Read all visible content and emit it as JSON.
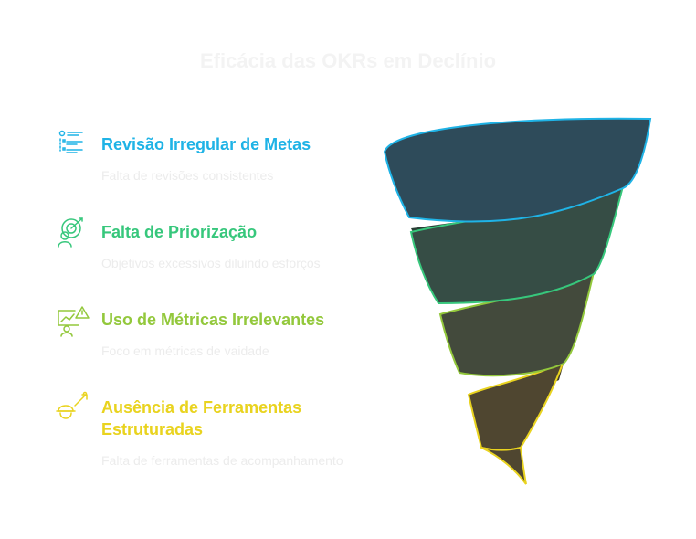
{
  "title": "Eficácia das OKRs em Declínio",
  "items": [
    {
      "heading": "Revisão Irregular de Metas",
      "description": "Falta de revisões consistentes",
      "icon": "checklist-icon",
      "color": "#1fb3e6",
      "fill": "#2e4b5a"
    },
    {
      "heading": "Falta de Priorização",
      "description": "Objetivos excessivos diluindo esforços",
      "icon": "target-person-icon",
      "color": "#37c77c",
      "fill": "#364d45"
    },
    {
      "heading": "Uso de Métricas Irrelevantes",
      "description": "Foco em métricas de vaidade",
      "icon": "chart-warning-icon",
      "color": "#93c83c",
      "fill": "#434a3c"
    },
    {
      "heading": "Ausência de Ferramentas Estruturadas",
      "description": "Falta de ferramentas de acompanhamento",
      "icon": "worker-tools-icon",
      "color": "#e9d31f",
      "fill": "#4f4630"
    }
  ]
}
